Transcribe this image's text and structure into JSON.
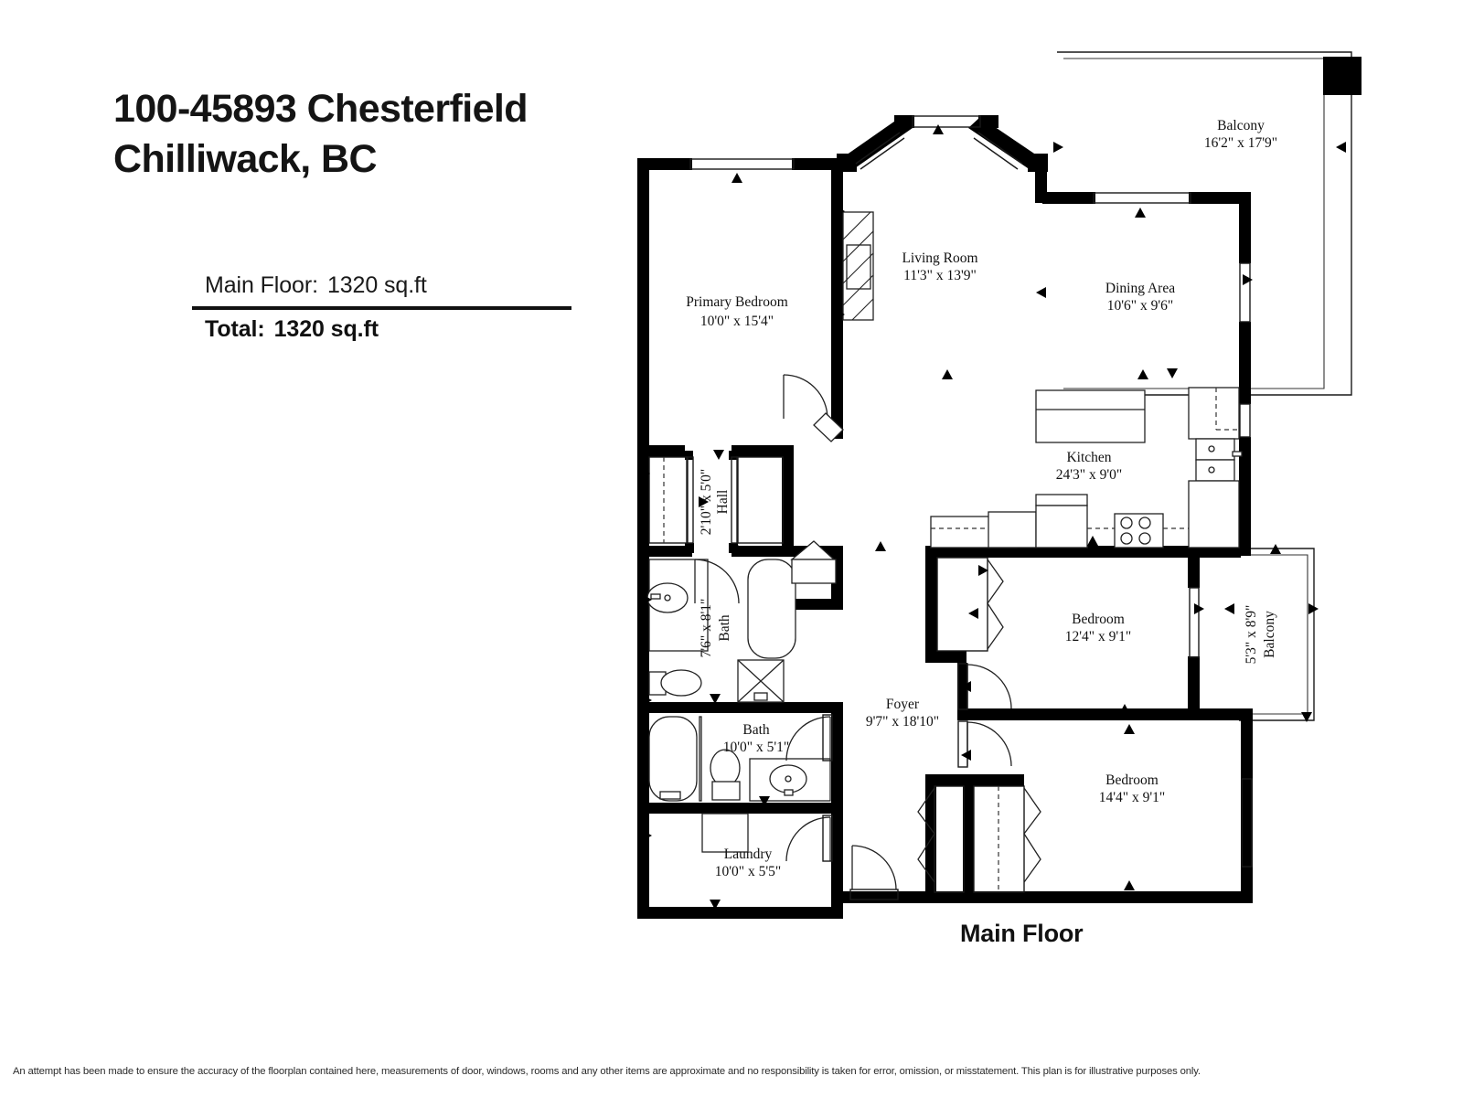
{
  "header": {
    "address_line1": "100-45893 Chesterfield",
    "address_line2": "Chilliwack, BC",
    "area_table": {
      "main_label": "Main Floor:",
      "main_value": "1320 sq.ft",
      "total_label": "Total:",
      "total_value": "1320 sq.ft"
    }
  },
  "plan": {
    "caption": "Main Floor",
    "rooms": [
      {
        "id": "primary-bedroom",
        "name": "Primary Bedroom",
        "dimensions": "10'0\" x 15'4\""
      },
      {
        "id": "living-room",
        "name": "Living Room",
        "dimensions": "11'3\" x 13'9\""
      },
      {
        "id": "dining-area",
        "name": "Dining Area",
        "dimensions": "10'6\" x 9'6\""
      },
      {
        "id": "balcony-main",
        "name": "Balcony",
        "dimensions": "16'2\" x 17'9\""
      },
      {
        "id": "kitchen",
        "name": "Kitchen",
        "dimensions": "24'3\" x 9'0\""
      },
      {
        "id": "hall",
        "name": "Hall",
        "dimensions": "2'10\" x 5'0\""
      },
      {
        "id": "bath-ensuite",
        "name": "Bath",
        "dimensions": "7'6\" x 8'1\""
      },
      {
        "id": "bath-main",
        "name": "Bath",
        "dimensions": "10'0\" x 5'1\""
      },
      {
        "id": "laundry",
        "name": "Laundry",
        "dimensions": "10'0\" x 5'5\""
      },
      {
        "id": "foyer",
        "name": "Foyer",
        "dimensions": "9'7\" x 18'10\""
      },
      {
        "id": "bedroom-2",
        "name": "Bedroom",
        "dimensions": "12'4\" x 9'1\""
      },
      {
        "id": "bedroom-3",
        "name": "Bedroom",
        "dimensions": "14'4\" x 9'1\""
      },
      {
        "id": "balcony-side",
        "name": "Balcony",
        "dimensions": "5'3\" x 8'9\""
      }
    ]
  },
  "footer": {
    "disclaimer": "An attempt has been made to ensure the accuracy of the floorplan contained here, measurements of door, windows, rooms and any other items are approximate and no responsibility is taken for error, omission, or misstatement. This plan is for illustrative purposes only."
  },
  "colors": {
    "wall": "#000000",
    "text": "#111111",
    "background": "#ffffff"
  }
}
